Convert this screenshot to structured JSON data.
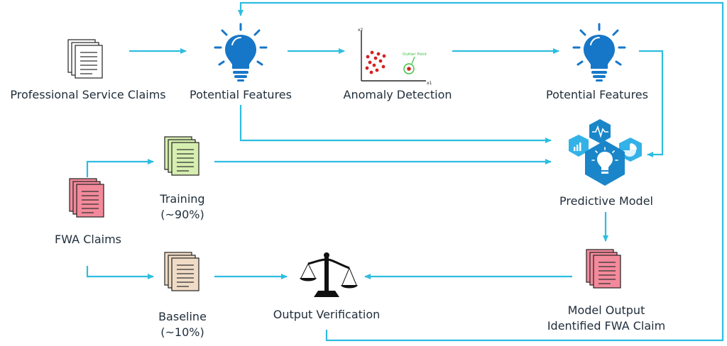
{
  "nodes": {
    "professional_claims": "Professional Service Claims",
    "potential_features_1": "Potential Features",
    "anomaly_detection": "Anomaly Detection",
    "potential_features_2": "Potential Features",
    "predictive_model": "Predictive Model",
    "training": "Training",
    "training_pct": "(~90%)",
    "fwa_claims": "FWA Claims",
    "baseline": "Baseline",
    "baseline_pct": "(~10%)",
    "output_verification": "Output Verification",
    "model_output_1": "Model Output",
    "model_output_2": "Identified FWA Claim"
  },
  "scatter": {
    "x_axis": "x1",
    "y_axis": "x2",
    "outlier_label": "Outlier Point"
  },
  "colors": {
    "arrow": "#2ebde0",
    "bulb": "#1677c8",
    "hex_dark": "#1a86c9",
    "hex_light": "#33b2e8",
    "doc_white": "#ffffff",
    "doc_green": "#d6efb0",
    "doc_red": "#f38a9b",
    "doc_tan": "#f0dcc6"
  },
  "icons": [
    "document-stack-icon",
    "lightbulb-icon",
    "scatter-plot-icon",
    "hexagon-cluster-icon",
    "scales-icon"
  ]
}
